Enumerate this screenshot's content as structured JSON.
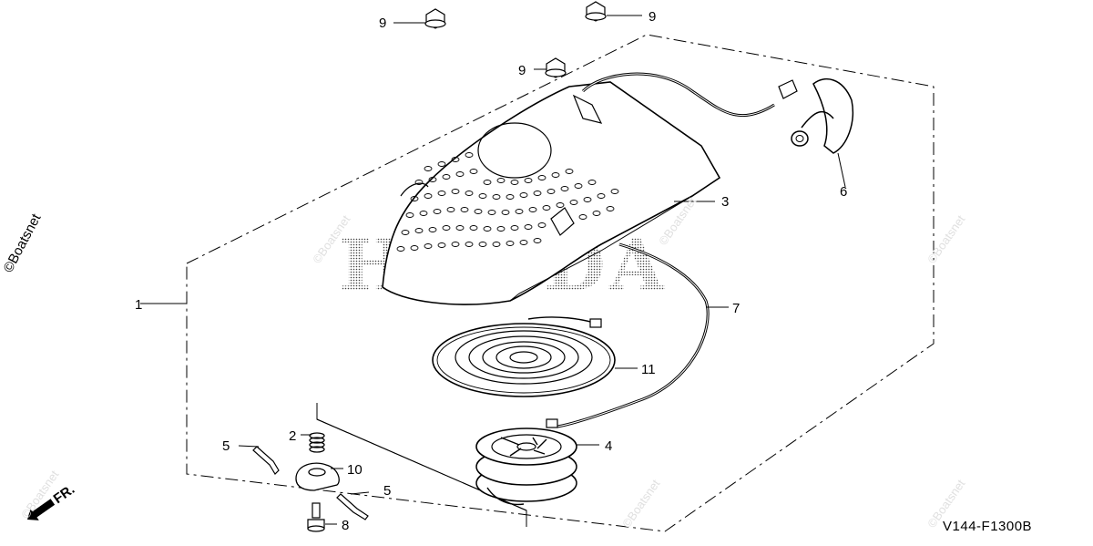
{
  "diagram": {
    "drawing_code": "V144-F1300B",
    "front_label": "FR.",
    "brand_watermark": "HONDA",
    "site_watermark": "©Boatsnet",
    "callouts": [
      {
        "id": "c1",
        "label": "1"
      },
      {
        "id": "c2",
        "label": "2"
      },
      {
        "id": "c3",
        "label": "3"
      },
      {
        "id": "c4",
        "label": "4"
      },
      {
        "id": "c5a",
        "label": "5"
      },
      {
        "id": "c5b",
        "label": "5"
      },
      {
        "id": "c6",
        "label": "6"
      },
      {
        "id": "c7",
        "label": "7"
      },
      {
        "id": "c8",
        "label": "8"
      },
      {
        "id": "c9a",
        "label": "9"
      },
      {
        "id": "c9b",
        "label": "9"
      },
      {
        "id": "c9c",
        "label": "9"
      },
      {
        "id": "c10",
        "label": "10"
      },
      {
        "id": "c11",
        "label": "11"
      }
    ]
  }
}
